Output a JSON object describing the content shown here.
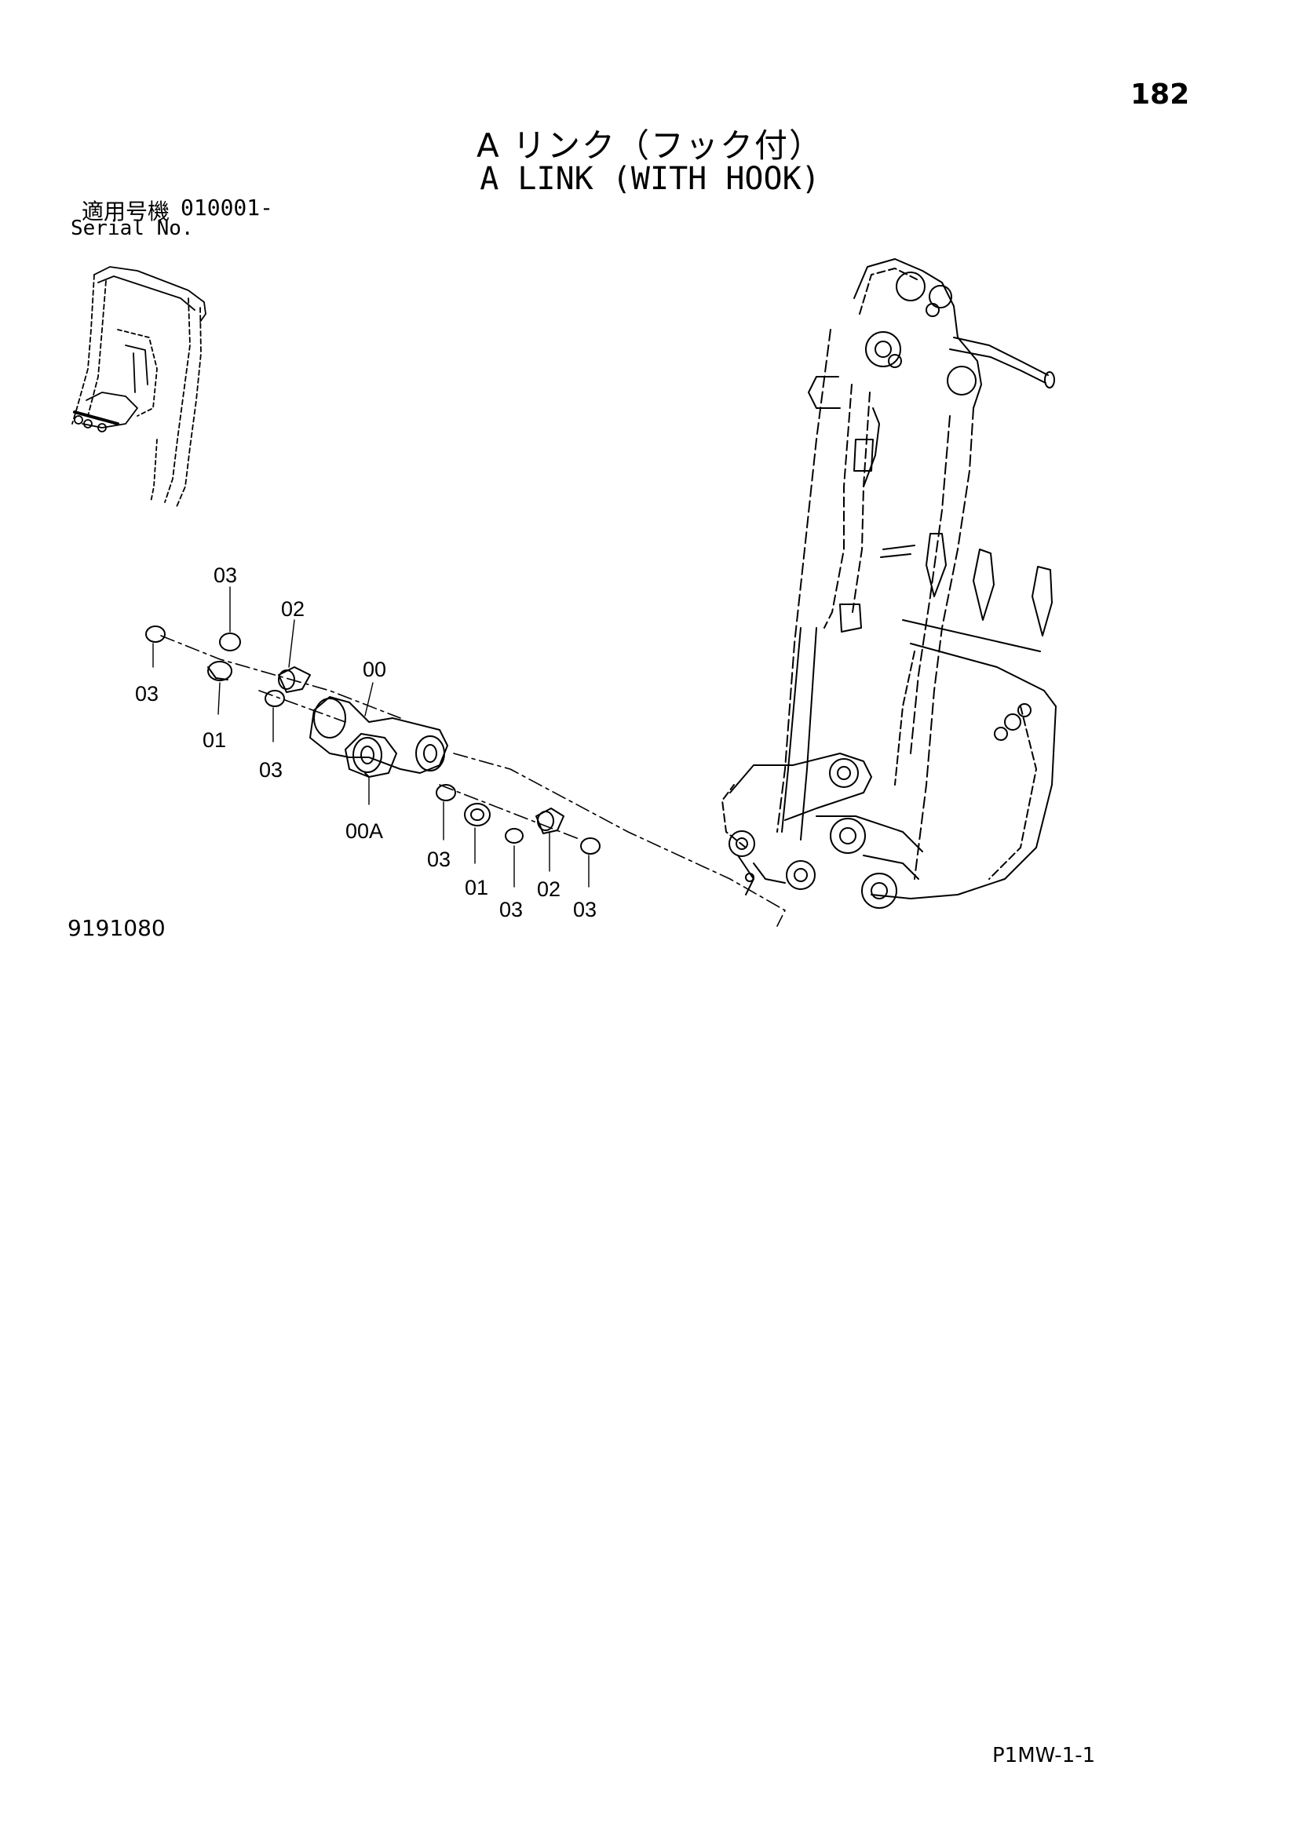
{
  "page_number": "182",
  "title_jp": "A リンク（フック付）",
  "title_en": "A LINK (WITH HOOK)",
  "serial": {
    "label_jp": "適用号機",
    "range": "010001-",
    "label_en": "Serial No."
  },
  "drawing_number": "9191080",
  "page_code": "P1MW-1-1",
  "callouts": {
    "c1": "03",
    "c2": "02",
    "c3": "03",
    "c4": "00",
    "c5": "01",
    "c6": "03",
    "c7": "00A",
    "c8": "03",
    "c9": "01",
    "c10": "03",
    "c11": "02",
    "c12": "03"
  }
}
